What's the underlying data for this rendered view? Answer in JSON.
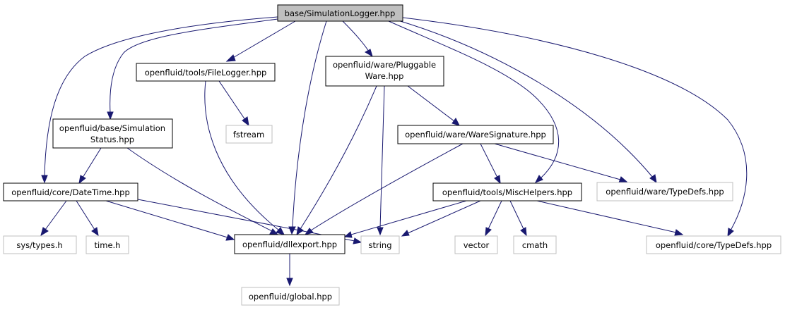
{
  "nodes": {
    "root": {
      "label": "base/SimulationLogger.hpp"
    },
    "filelogger": {
      "label": "openfluid/tools/FileLogger.hpp"
    },
    "pluggable": {
      "label_line1": "openfluid/ware/Pluggable",
      "label_line2": "Ware.hpp"
    },
    "simstatus": {
      "label_line1": "openfluid/base/Simulation",
      "label_line2": "Status.hpp"
    },
    "fstream": {
      "label": "fstream"
    },
    "waresig": {
      "label": "openfluid/ware/WareSignature.hpp"
    },
    "datetime": {
      "label": "openfluid/core/DateTime.hpp"
    },
    "mischelpers": {
      "label": "openfluid/tools/MiscHelpers.hpp"
    },
    "waretypedefs": {
      "label": "openfluid/ware/TypeDefs.hpp"
    },
    "systypes": {
      "label": "sys/types.h"
    },
    "timeh": {
      "label": "time.h"
    },
    "dllexport": {
      "label": "openfluid/dllexport.hpp"
    },
    "string": {
      "label": "string"
    },
    "vector": {
      "label": "vector"
    },
    "cmath": {
      "label": "cmath"
    },
    "coretypedefs": {
      "label": "openfluid/core/TypeDefs.hpp"
    },
    "global": {
      "label": "openfluid/global.hpp"
    }
  },
  "colors": {
    "edge": "#191970",
    "root_fill": "#bfbfbf",
    "main_border": "#000000",
    "external_border": "#bfbfbf"
  }
}
